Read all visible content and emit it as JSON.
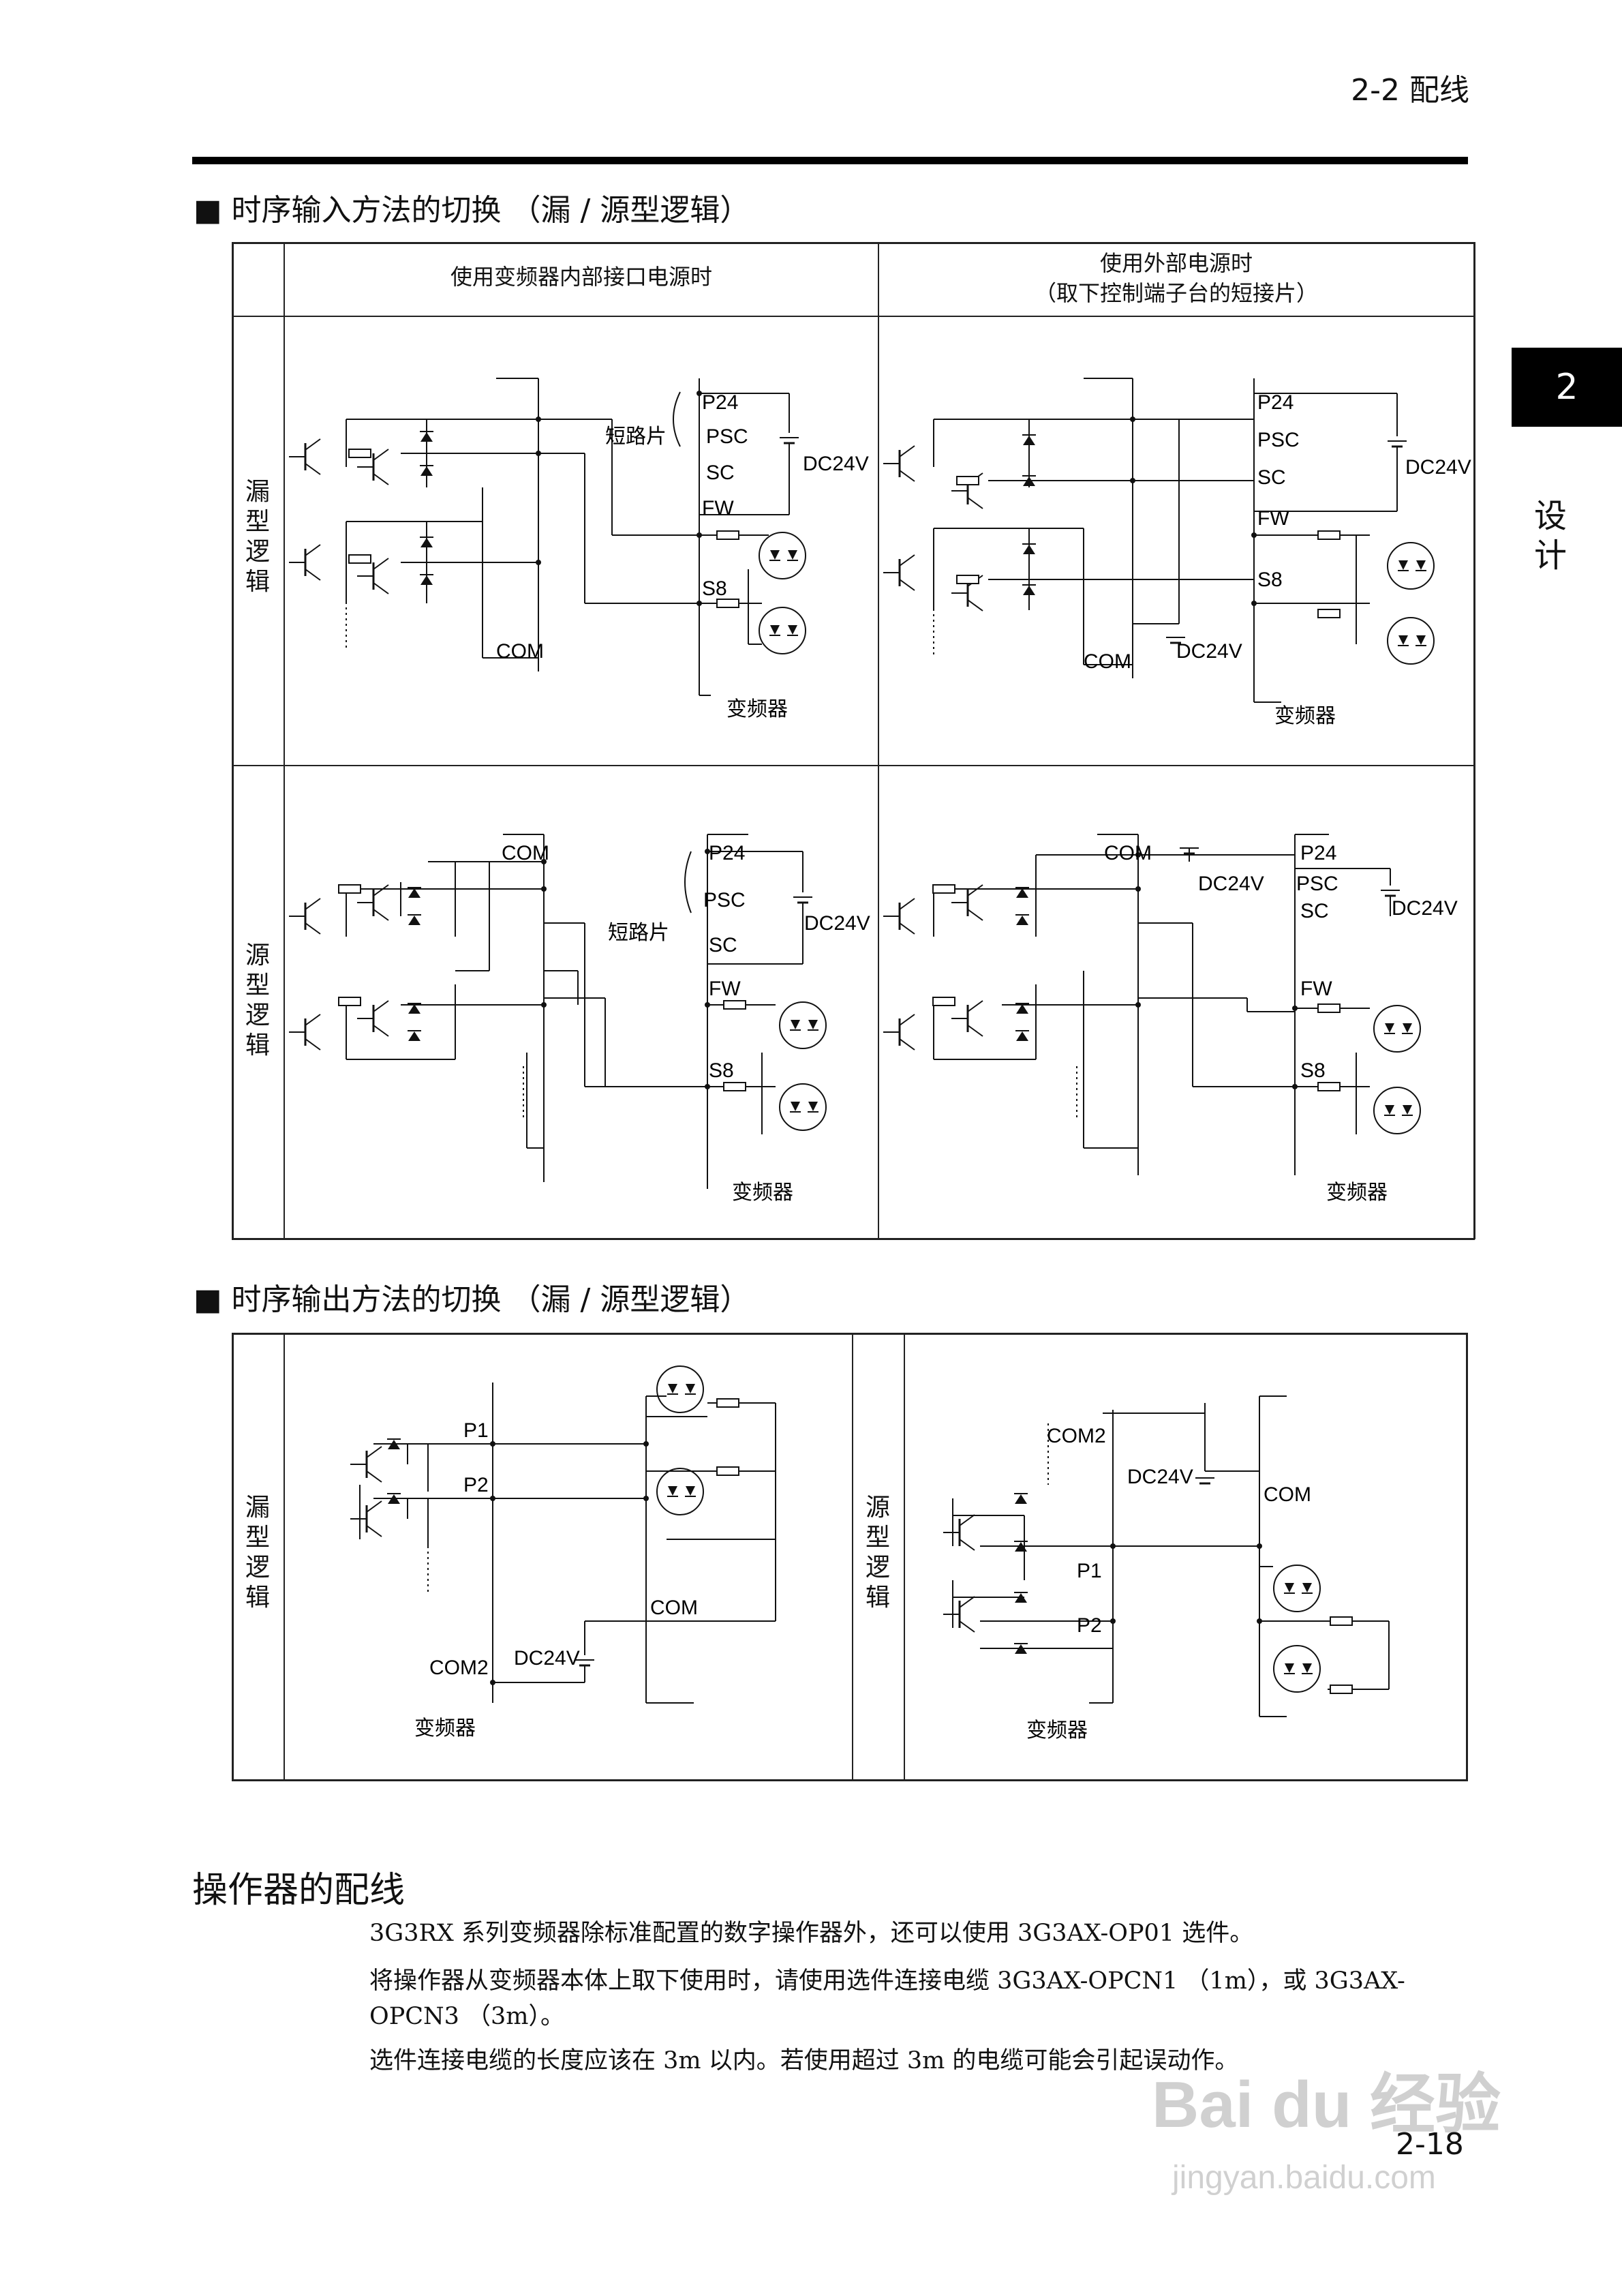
{
  "header": {
    "section": "2-2 配线"
  },
  "side_tab": {
    "number": "2",
    "label": "设\n计"
  },
  "section1": {
    "heading": "■ 时序输入方法的切换 （漏 / 源型逻辑）",
    "col_internal": "使用变频器内部接口电源时",
    "col_external_line1": "使用外部电源时",
    "col_external_line2": "（取下控制端子台的短接片）",
    "row_sink": "漏\n型\n逻\n辑",
    "row_source": "源\n型\n逻\n辑"
  },
  "section2": {
    "heading": "■ 时序输出方法的切换 （漏 / 源型逻辑）",
    "row_sink": "漏\n型\n逻\n辑",
    "row_source": "源\n型\n逻\n辑"
  },
  "diagram_labels": {
    "p24": "P24",
    "psc": "PSC",
    "sc": "SC",
    "fw": "FW",
    "s8": "S8",
    "com": "COM",
    "com2": "COM2",
    "dc24v": "DC24V",
    "p1": "P1",
    "p2": "P2",
    "short_bar": "短路片",
    "inverter": "变频器"
  },
  "operator": {
    "title": "操作器的配线",
    "para1": "3G3RX 系列变频器除标准配置的数字操作器外，还可以使用 3G3AX-OP01 选件。",
    "para2a": "将操作器从变频器本体上取下使用时，请使用选件连接电缆 3G3AX-OPCN1 （1m），或 3G3AX-",
    "para2b": "OPCN3 （3m）。",
    "para3": "选件连接电缆的长度应该在 3m 以内。若使用超过 3m 的电缆可能会引起误动作。"
  },
  "page_number": "2-18",
  "watermark": {
    "brand": "Bai du 经验",
    "url": "jingyan.baidu.com"
  }
}
